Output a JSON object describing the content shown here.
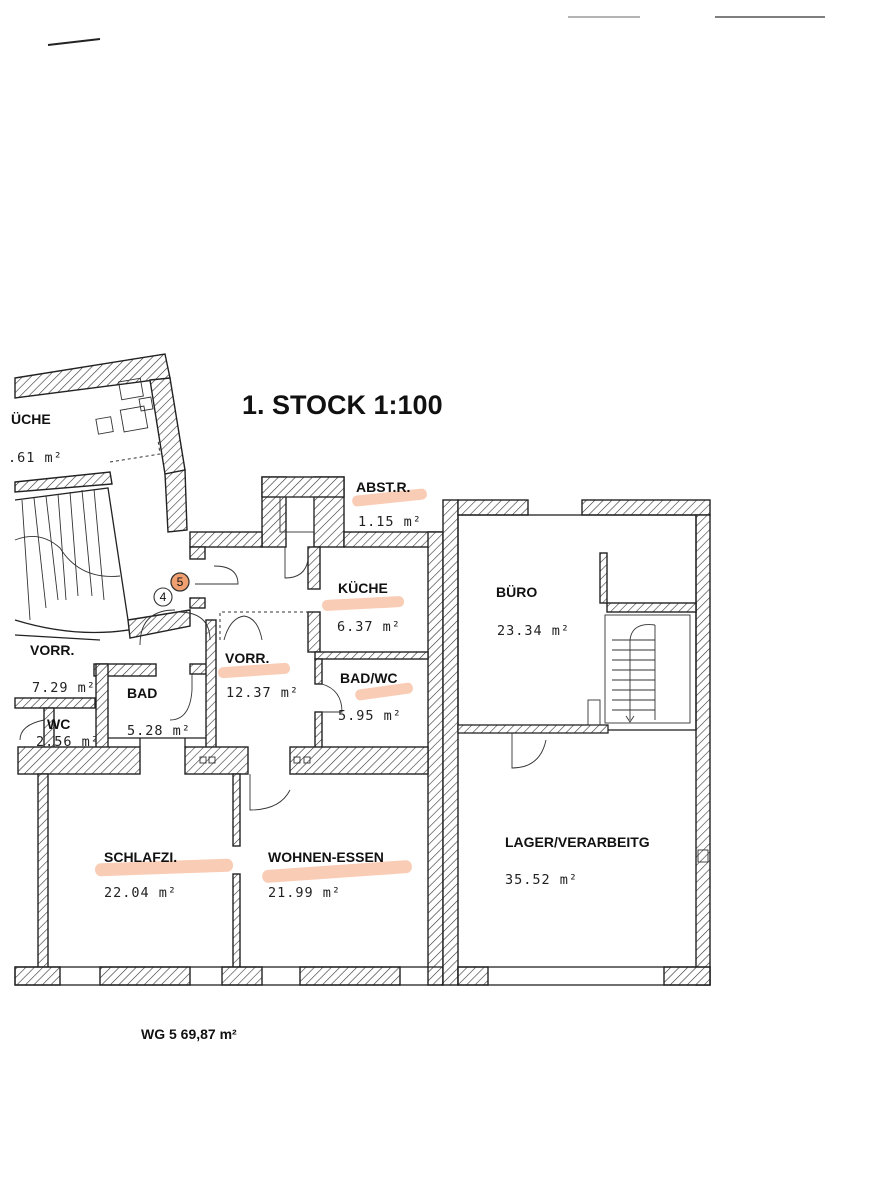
{
  "plan": {
    "title": "1. STOCK 1:100",
    "footer": "WG 5 69,87 m²",
    "markers": {
      "m5": "5",
      "m4": "4"
    },
    "rooms": {
      "kueche_left": {
        "name": "ÜCHE",
        "area": ".61 m²"
      },
      "abstr": {
        "name": "ABST.R.",
        "area": "1.15 m²"
      },
      "kueche": {
        "name": "KÜCHE",
        "area": "6.37 m²"
      },
      "vorr_left": {
        "name": "VORR.",
        "area": "7.29 m²"
      },
      "vorr": {
        "name": "VORR.",
        "area": "12.37 m²"
      },
      "bad": {
        "name": "BAD",
        "area": "5.28 m²"
      },
      "badwc": {
        "name": "BAD/WC",
        "area": "5.95 m²"
      },
      "wc": {
        "name": "WC",
        "area": "2.56 m²"
      },
      "schlafzi": {
        "name": "SCHLAFZI.",
        "area": "22.04 m²"
      },
      "wohnen": {
        "name": "WOHNEN-ESSEN",
        "area": "21.99 m²"
      },
      "buero": {
        "name": "BÜRO",
        "area": "23.34 m²"
      },
      "lager": {
        "name": "LAGER/VERARBEITG",
        "area": "35.52 m²"
      }
    }
  },
  "colors": {
    "highlight": "#f4a378",
    "ink": "#222222"
  }
}
